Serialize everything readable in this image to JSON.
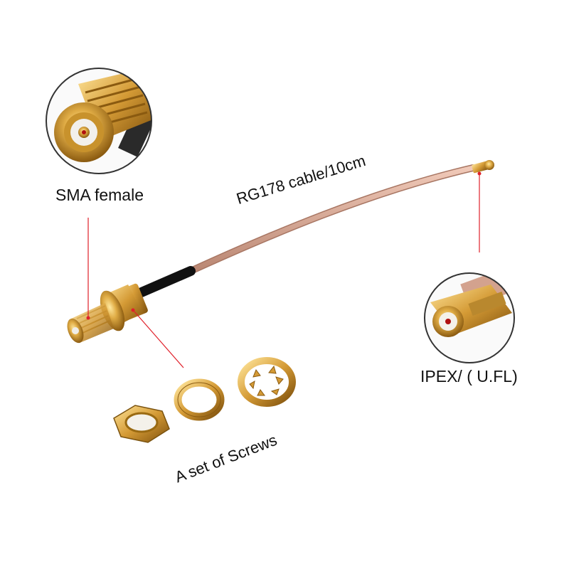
{
  "labels": {
    "sma": "SMA female",
    "ipex": "IPEX/ ( U.FL)",
    "cable": "RG178 cable/10cm",
    "screws": "A set of Screws"
  },
  "colors": {
    "gold": "#d9a640",
    "gold_dark": "#9a6a12",
    "cable": "#d7a894",
    "shrink": "#1a1a1a",
    "pointer": "#e0202a",
    "circle_border": "#333333"
  }
}
